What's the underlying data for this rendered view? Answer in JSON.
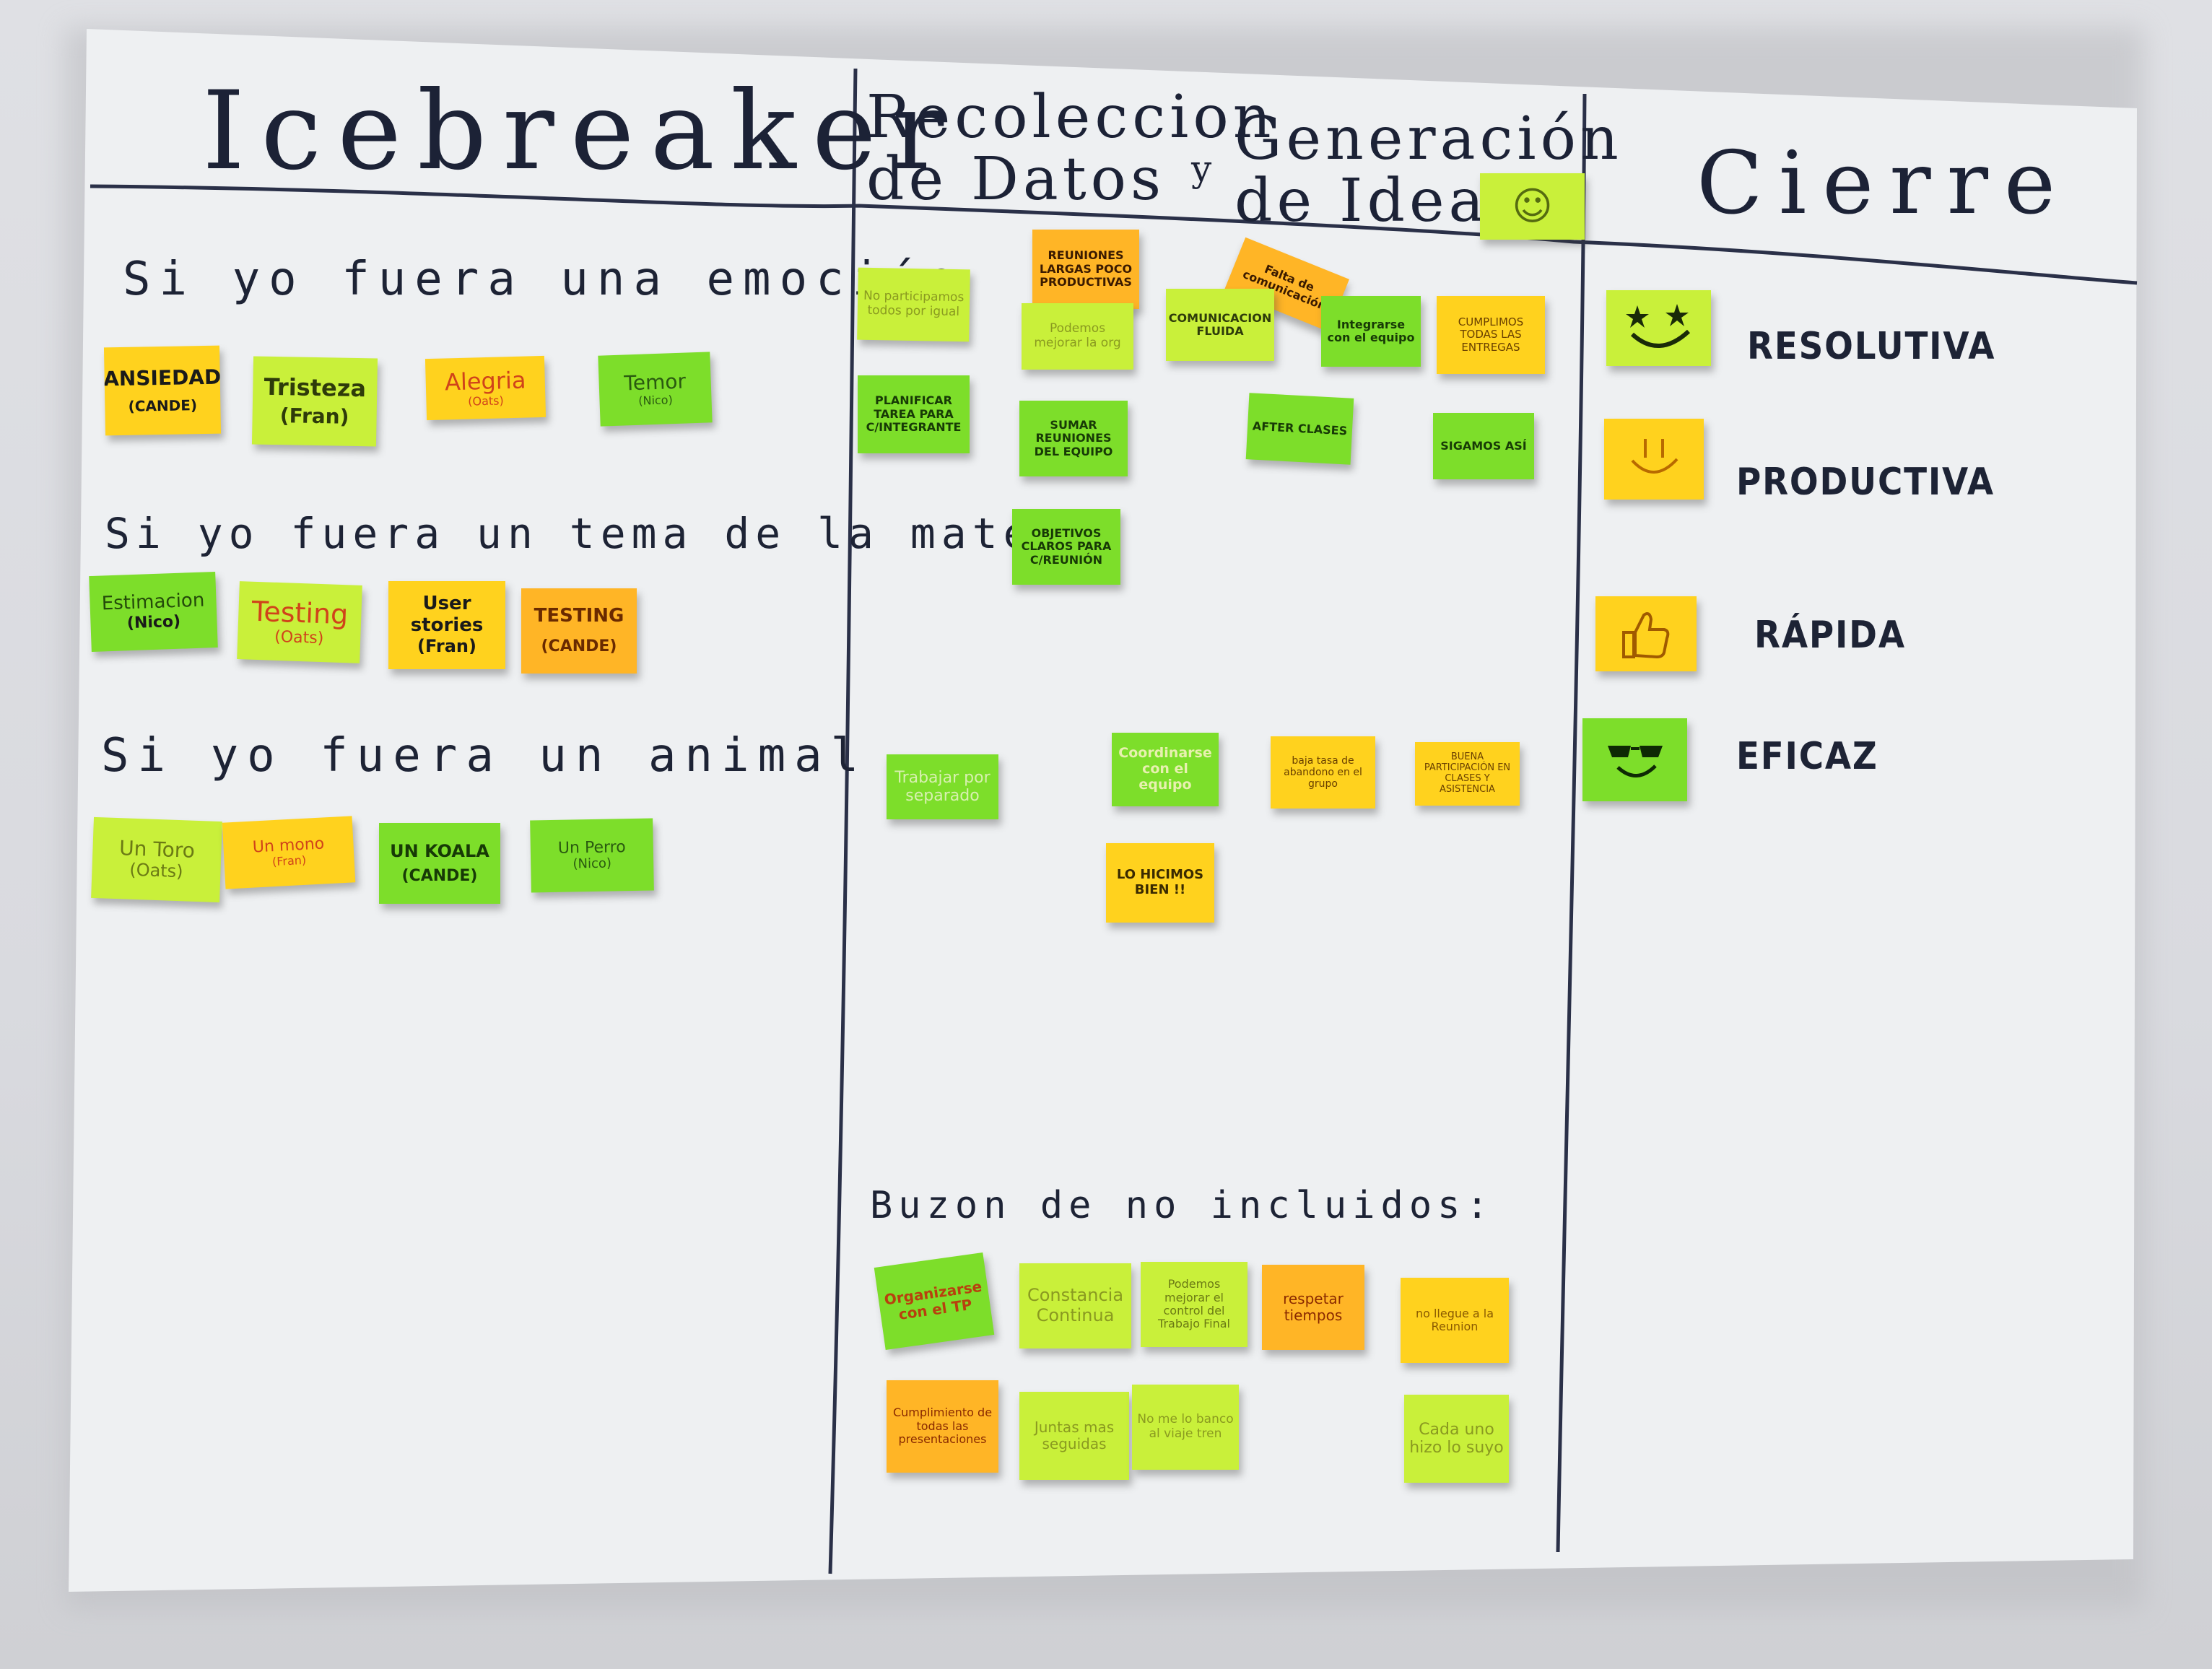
{
  "columns": {
    "icebreaker": "Icebreaker",
    "recoleccion": "Recoleccion de Datos",
    "y": "y",
    "generacion": "Generación de Ideas",
    "cierre": "Cierre"
  },
  "icebreaker": {
    "prompt_emocion": "Si yo fuera una emoción",
    "prompt_tema": "Si yo fuera un tema de la materia",
    "prompt_animal": "Si yo fuera un animal",
    "emocion_notes": [
      {
        "text": "ANSIEDAD",
        "sub": "(CANDE)"
      },
      {
        "text": "Tristeza",
        "sub": "(Fran)"
      },
      {
        "text": "Alegria",
        "sub": "(Oats)"
      },
      {
        "text": "Temor",
        "sub": "(Nico)"
      }
    ],
    "tema_notes": [
      {
        "text": "Estimacion",
        "sub": "(Nico)"
      },
      {
        "text": "Testing",
        "sub": "(Oats)"
      },
      {
        "text": "User stories",
        "sub": "(Fran)"
      },
      {
        "text": "TESTING",
        "sub": "(CANDE)"
      }
    ],
    "animal_notes": [
      {
        "text": "Un Toro",
        "sub": "(Oats)"
      },
      {
        "text": "Un mono",
        "sub": "(Fran)"
      },
      {
        "text": "UN KOALA",
        "sub": "(CANDE)"
      },
      {
        "text": "Un Perro",
        "sub": "(Nico)"
      }
    ]
  },
  "ideas": {
    "notes": [
      "No participamos todos por igual",
      "REUNIONES LARGAS POCO PRODUCTIVAS",
      "Podemos mejorar la org",
      "Falta de comunicación",
      "COMUNICACION FLUIDA",
      "Integrarse con el equipo",
      "CUMPLIMOS TODAS LAS ENTREGAS",
      "PLANIFICAR TAREA PARA C/INTEGRANTE",
      "SUMAR REUNIONES DEL EQUIPO",
      "AFTER CLASES",
      "SIGAMOS ASÍ",
      "OBJETIVOS CLAROS PARA C/REUNIÓN",
      "Trabajar por separado",
      "Coordinarse con el equipo",
      "baja tasa de abandono en el grupo",
      "BUENA PARTICIPACIÓN EN CLASES Y ASISTENCIA",
      "LO HICIMOS BIEN !!"
    ],
    "buzon_title": "Buzon de no incluidos:",
    "buzon_notes": [
      "Organizarse con el TP",
      "Constancia Continua",
      "Podemos mejorar el control del Trabajo Final",
      "respetar tiempos",
      "no llegue a la Reunion",
      "Cumplimiento de todas las presentaciones",
      "Juntas mas seguidas",
      "No me lo banco al viaje tren",
      "Cada uno hizo lo suyo"
    ]
  },
  "cierre": {
    "items": [
      {
        "label": "RESOLUTIVA",
        "icon": "star-eyes-face-icon"
      },
      {
        "label": "PRODUCTIVA",
        "icon": "smile-face-icon"
      },
      {
        "label": "RÁPIDA",
        "icon": "thumbs-up-icon"
      },
      {
        "label": "EFICAZ",
        "icon": "sunglasses-face-icon"
      }
    ]
  },
  "colors": {
    "green": "#7dde2a",
    "lime": "#c9f03a",
    "yellow": "#ffd21e",
    "orange": "#ffb526",
    "ink": "#1e2538",
    "paper": "#eef0f2"
  }
}
